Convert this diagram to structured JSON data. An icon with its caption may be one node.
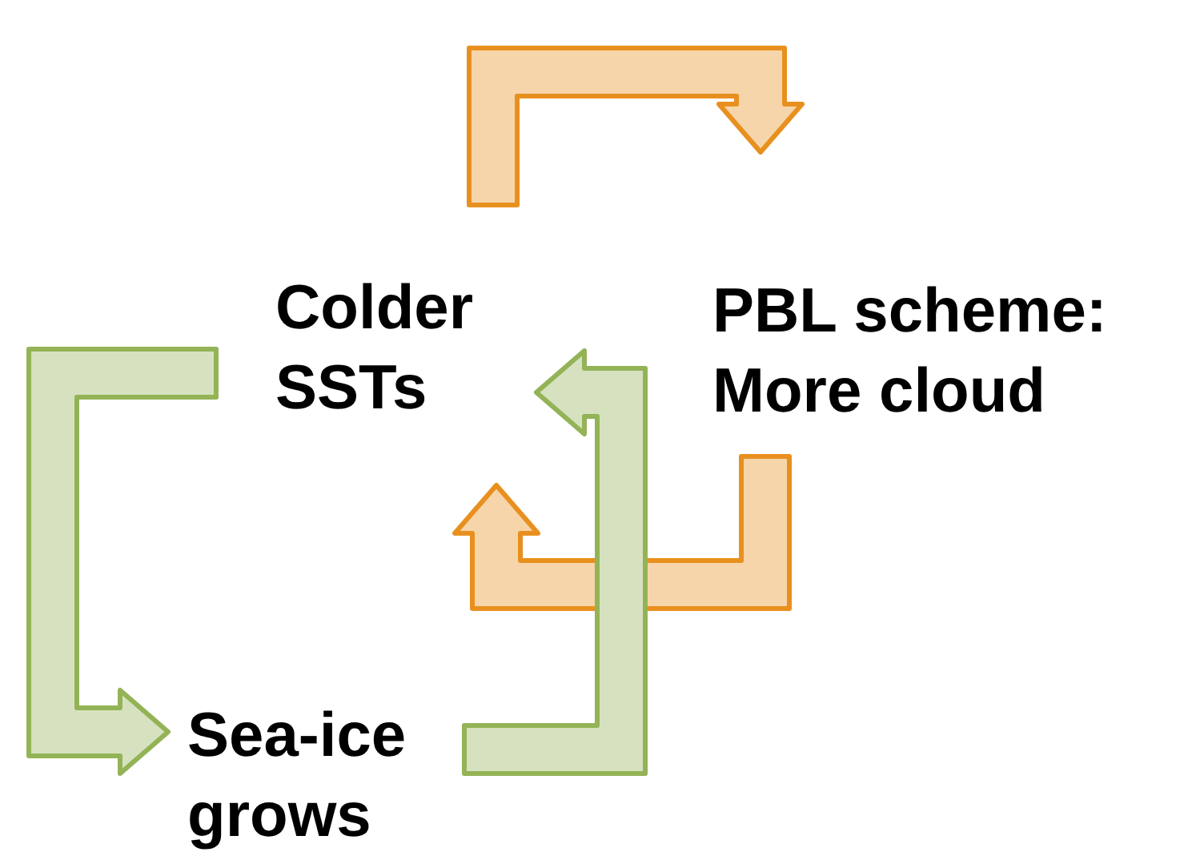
{
  "diagram": {
    "nodes": [
      {
        "text": [
          "Colder SSTs"
        ]
      },
      {
        "text": [
          "PBL scheme: More cloud"
        ]
      },
      {
        "text": [
          "Sea-ice grows"
        ]
      }
    ],
    "edges": [
      {
        "from": 0,
        "to": 1,
        "arrow": "to",
        "style": "thick",
        "color": "#e8901f"
      },
      {
        "from": 1,
        "to": 0,
        "arrow": "to",
        "style": "thick",
        "color": "#e8901f"
      },
      {
        "from": 0,
        "to": 2,
        "arrow": "to",
        "style": "thick",
        "color": "#93b356"
      },
      {
        "from": 2,
        "to": 0,
        "arrow": "to",
        "style": "thick",
        "color": "#93b356"
      }
    ]
  }
}
